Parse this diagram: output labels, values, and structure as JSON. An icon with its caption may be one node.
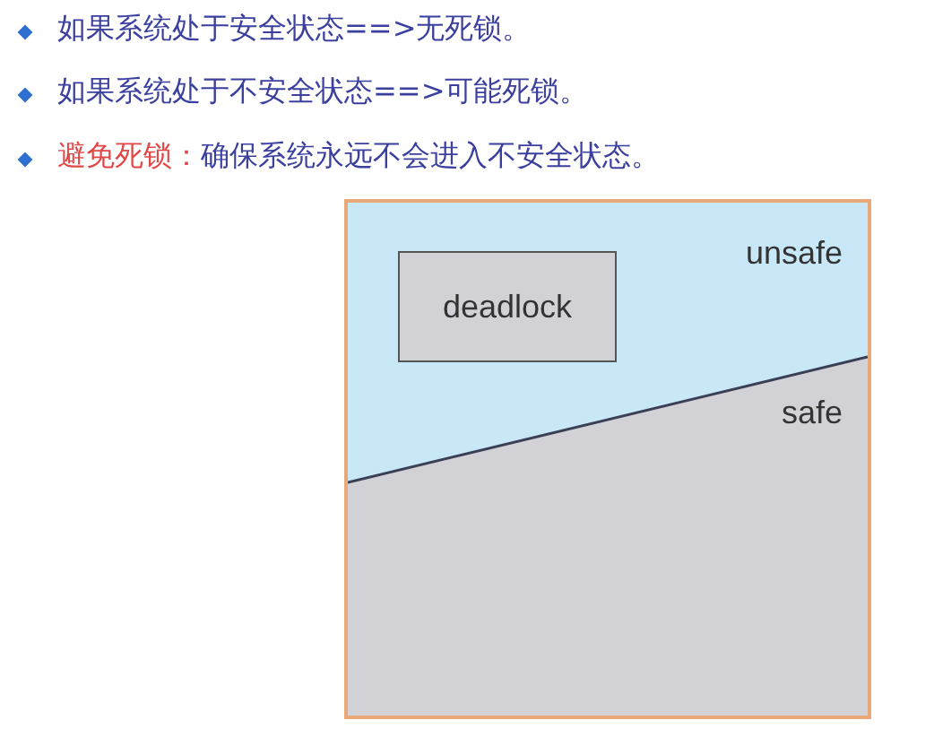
{
  "diagram": {
    "nodes": [
      {
        "text": [
          "unsafe"
        ]
      },
      {
        "text": [
          "deadlock"
        ],
        "in": 0
      },
      {
        "text": [
          "safe"
        ]
      }
    ],
    "labels": [
      "如果系统处于安全状态==>无死锁。",
      "如果系统处于不安全状态==>可能死锁。",
      "避免死锁：",
      "确保系统永远不会进入不安全状态。"
    ]
  }
}
